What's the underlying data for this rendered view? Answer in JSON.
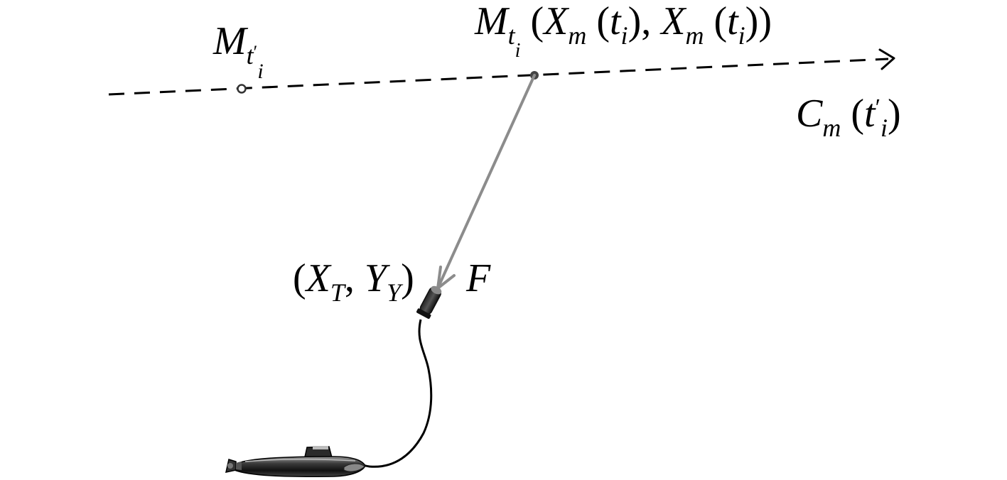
{
  "labels": {
    "past_point": {
      "letter": "M",
      "sub_t": "t",
      "sub_prime": "′",
      "sub_i": "i"
    },
    "current_point": {
      "letter": "M",
      "sub_t": "t",
      "sub_i": "i",
      "open1": " (",
      "x1": "X",
      "x1_sub": "m",
      "open2": " (",
      "t1": "t",
      "t1_sub": "i",
      "close_comma": "), ",
      "x2": "X",
      "x2_sub": "m",
      "open3": " (",
      "t2": "t",
      "t2_sub": "i",
      "close": "))"
    },
    "course": {
      "letter": "C",
      "sub": "m",
      "open": " (",
      "t": "t",
      "prime": "′",
      "t_sub": "i",
      "close": ")"
    },
    "target_coords": {
      "open": "(",
      "x": "X",
      "x_sub": "T",
      "comma": ", ",
      "y": "Y",
      "y_sub": "Y",
      "close": ")"
    },
    "force": "F"
  },
  "colors": {
    "course_line": "#000000",
    "force_vector": "#8c8c8c",
    "hull": "#2a2a2a"
  },
  "icons": [
    "submarine-icon",
    "sensor-icon",
    "arrowhead-icon"
  ]
}
